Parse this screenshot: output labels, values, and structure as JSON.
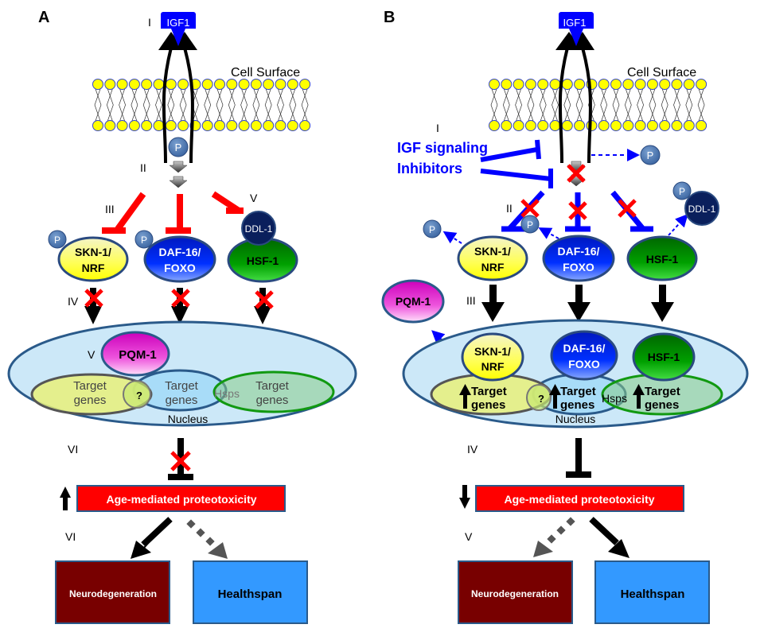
{
  "panels": {
    "A": {
      "label": "A",
      "ligand": "IGF1",
      "cell_surface": "Cell Surface",
      "phospho": "P",
      "steps": [
        "I",
        "II",
        "III",
        "IV",
        "V",
        "VI",
        "VI",
        "V"
      ],
      "tf": {
        "skn": [
          "SKN-1/",
          "NRF"
        ],
        "daf": [
          "DAF-16/",
          "FOXO"
        ],
        "hsf": "HSF-1",
        "ddl": "DDL-1"
      },
      "nucleus": {
        "label": "Nucleus",
        "pqm": "PQM-1",
        "target": [
          "Target",
          "genes"
        ],
        "overlap": "?",
        "hsps": "Hsps"
      },
      "proteotoxicity": "Age-mediated proteotoxicity",
      "proteotoxicity_trend": "up",
      "outcomes": {
        "neuro": "Neurodegeneration",
        "health": "Healthspan"
      }
    },
    "B": {
      "label": "B",
      "ligand": "IGF1",
      "cell_surface": "Cell Surface",
      "phospho": "P",
      "inhibitors": [
        "IGF signaling",
        "Inhibitors"
      ],
      "steps": [
        "I",
        "II",
        "III",
        "IV",
        "V"
      ],
      "tf": {
        "skn": [
          "SKN-1/",
          "NRF"
        ],
        "daf": [
          "DAF-16/",
          "FOXO"
        ],
        "hsf": "HSF-1",
        "ddl": "DDL-1"
      },
      "nucleus": {
        "label": "Nucleus",
        "pqm": "PQM-1",
        "target": [
          "Target",
          "genes"
        ],
        "overlap": "?",
        "hsps": "Hsps"
      },
      "proteotoxicity": "Age-mediated proteotoxicity",
      "proteotoxicity_trend": "down",
      "outcomes": {
        "neuro": "Neurodegeneration",
        "health": "Healthspan"
      }
    }
  },
  "colors": {
    "inhibit_A": "#ff0000",
    "inhibit_B": "#0000ff",
    "ligand": "#0000ff",
    "membrane_head": "#ffff00",
    "skn": "#ffff66",
    "daf": "#0022cc",
    "hsf": "#008800",
    "ddl": "#0a1f5c",
    "pqm": "#dd00cc",
    "nucleus": "#cce8f8",
    "proteotox": "#ff0000",
    "neuro": "#7a0000",
    "health": "#3399ff"
  }
}
